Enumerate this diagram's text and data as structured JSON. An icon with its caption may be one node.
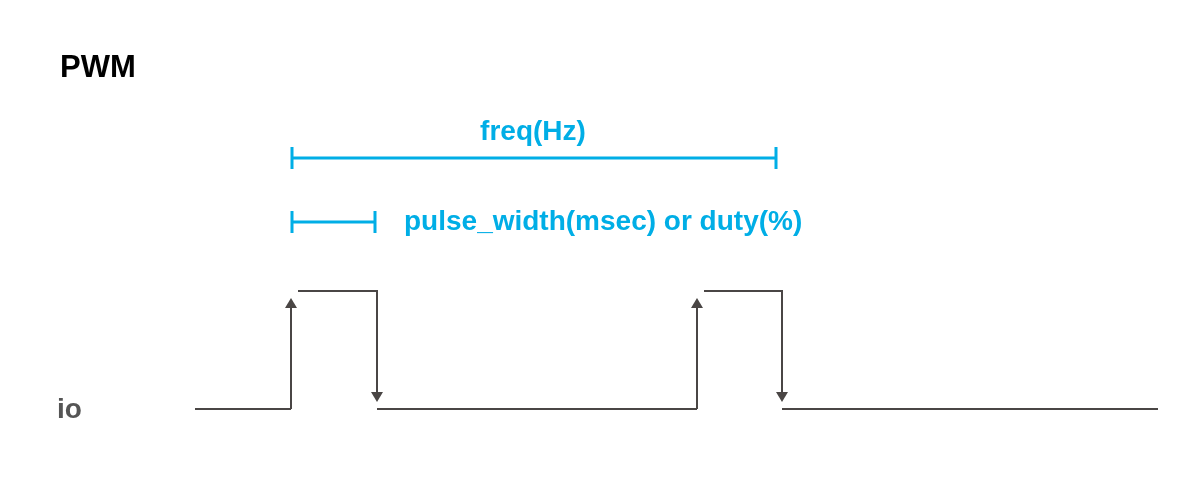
{
  "diagram": {
    "title": "PWM",
    "labels": [
      "freq(Hz)",
      "pulse_width(msec) or duty(%)",
      "io"
    ]
  }
}
